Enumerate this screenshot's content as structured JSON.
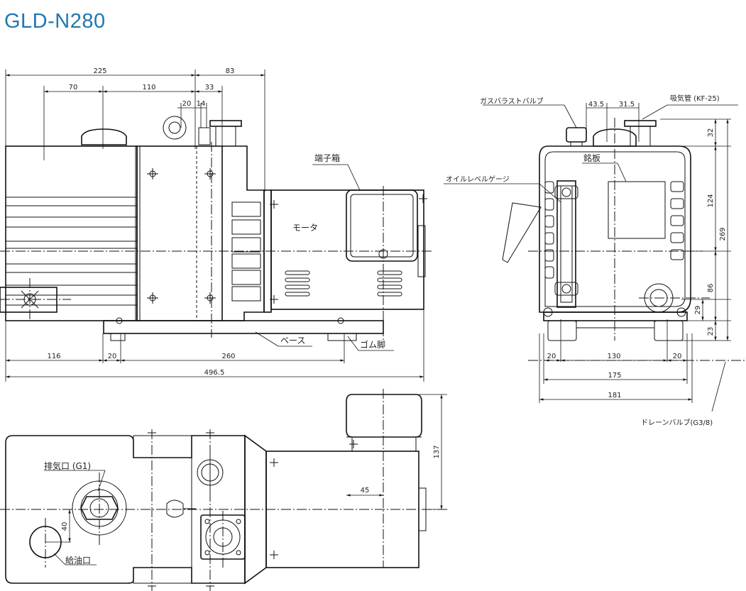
{
  "title": "GLD-N280",
  "front_view": {
    "dims": {
      "d225": "225",
      "d83": "83",
      "d70": "70",
      "d110": "110",
      "d33": "33",
      "d20": "20",
      "d14": "14",
      "d116": "116",
      "d20b": "20",
      "d260": "260",
      "d4965": "496.5"
    },
    "labels": {
      "terminal_box": "端子箱",
      "motor": "モータ",
      "base": "ベース",
      "rubber_foot": "ゴム脚"
    }
  },
  "side_view": {
    "dims": {
      "d435": "43.5",
      "d315": "31.5",
      "d32": "32",
      "d124": "124",
      "d269": "269",
      "d86": "86",
      "d29": "29",
      "d23": "23",
      "d20l": "20",
      "d130": "130",
      "d20r": "20",
      "d175": "175",
      "d181": "181"
    },
    "labels": {
      "gas_ballast": "ガスバラストバルブ",
      "intake": "吸気管 (KF-25)",
      "nameplate": "銘板",
      "oil_gauge": "オイルレベルゲージ",
      "drain": "ドレーンバルブ(G3/8)"
    }
  },
  "top_view": {
    "dims": {
      "d137": "137",
      "d45": "45",
      "d40": "40"
    },
    "labels": {
      "exhaust": "排気口 (G1)",
      "oil_fill": "給油口"
    }
  }
}
